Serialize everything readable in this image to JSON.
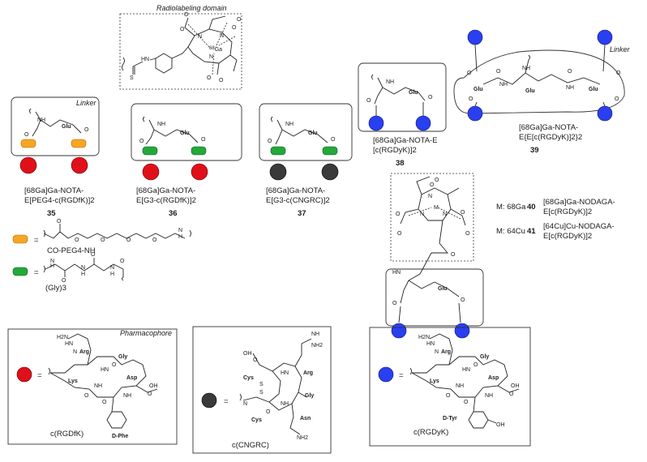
{
  "colors": {
    "red_sphere": "#e0101a",
    "black_sphere": "#3a3a3a",
    "blue_sphere": "#2a3ff0",
    "orange_linker": "#f5a623",
    "green_linker": "#23a83a"
  },
  "headings": {
    "radiolabeling": "Radiolabeling domain",
    "linker_left": "Linker",
    "linker_right": "Linker",
    "pharmacophore": "Pharmacophore"
  },
  "compounds": {
    "c35": {
      "line1": "[68Ga]Ga-NOTA-",
      "line2": "E[PEG4-c(RGDfK)]2",
      "number": "35"
    },
    "c36": {
      "line1": "[68Ga]Ga-NOTA-",
      "line2": "E[G3-c(RGDfK)]2",
      "number": "36"
    },
    "c37": {
      "line1": "[68Ga]Ga-NOTA-",
      "line2": "E[G3-c(CNGRC)]2",
      "number": "37"
    },
    "c38": {
      "line1": "[68Ga]Ga-NOTA-E",
      "line2": "[c(RGDyK)]2",
      "number": "38"
    },
    "c39": {
      "line1": "[68Ga]Ga-NOTA-",
      "line2": "E{E[c(RGDyK)]2}2",
      "number": "39"
    },
    "c40": {
      "metal": "M: 68Ga",
      "number": "40",
      "line1": "[68Ga]Ga-NODAGA-",
      "line2": "E[c(RGDyK)]2"
    },
    "c41": {
      "metal": "M: 64Cu",
      "number": "41",
      "line1": "[64Cu]Cu-NODAGA-",
      "line2": "E[c(RGDyK)]2"
    }
  },
  "legend": {
    "equals": "=",
    "peg_label": "CO-PEG4-NH",
    "gly_label": "(Gly)3",
    "rgdfk_label": "c(RGDfK)",
    "cngrc_label": "c(CNGRC)",
    "rgdyk_label": "c(RGDyK)"
  },
  "atoms": {
    "glu": "Glu",
    "arg": "Arg",
    "gly": "Gly",
    "asp": "Asp",
    "lys": "Lys",
    "dphe": "D-Phe",
    "dtyr": "D-Tyr",
    "cys": "Cys",
    "asn": "Asn",
    "ga68": "68Ga",
    "m": "M"
  }
}
